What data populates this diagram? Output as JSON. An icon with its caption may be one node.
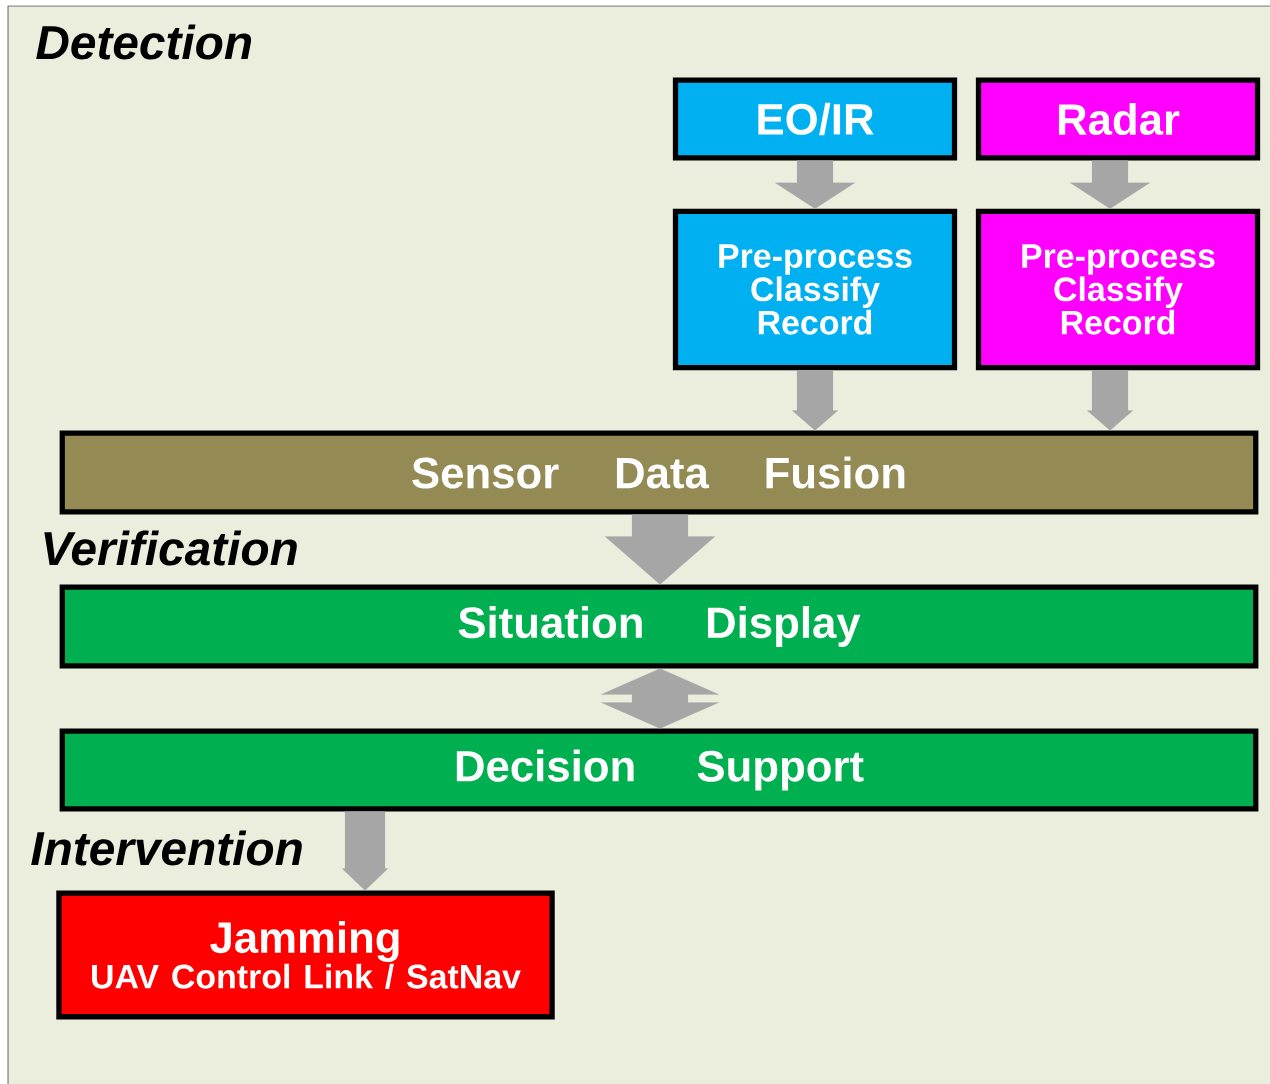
{
  "diagram": {
    "nodes": [
      {
        "text": [
          "EO/IR"
        ]
      },
      {
        "text": [
          "Radar"
        ]
      },
      {
        "text": [
          "Pre-process Classify Record"
        ]
      },
      {
        "text": [
          "Pre-process Classify Record"
        ]
      },
      {
        "text": [
          "Sensor Data Fusion"
        ]
      },
      {
        "text": [
          "Situation Display"
        ]
      },
      {
        "text": [
          "Decision Support"
        ]
      },
      {
        "text": [
          "Jamming",
          "UAV Control Link / SatNav"
        ]
      }
    ],
    "edges": [
      {
        "from": 0,
        "to": 2,
        "arrow": "to"
      },
      {
        "from": 1,
        "to": 3,
        "arrow": "to"
      },
      {
        "from": 2,
        "to": 4,
        "arrow": "to"
      },
      {
        "from": 3,
        "to": 4,
        "arrow": "to"
      },
      {
        "from": 4,
        "to": 5,
        "arrow": "to"
      },
      {
        "from": 5,
        "to": 6,
        "arrow": "both"
      },
      {
        "from": 6,
        "to": 7,
        "arrow": "to"
      }
    ],
    "labels": [
      "Detection",
      "Verification",
      "Intervention"
    ]
  }
}
